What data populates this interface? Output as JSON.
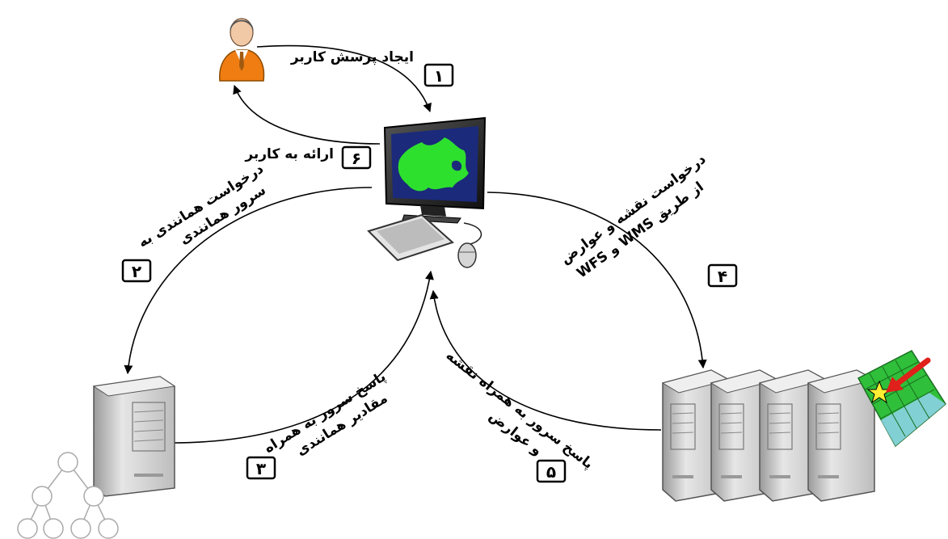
{
  "steps": [
    {
      "num": "۱",
      "label": "ایجاد پرسش کاربر"
    },
    {
      "num": "۲",
      "line1": "درخواست همانندی به",
      "line2": "سرور همانندی"
    },
    {
      "num": "۳",
      "line1": "پاسخ سرور به همراه",
      "line2": "مقادیر همانندی"
    },
    {
      "num": "۴",
      "line1": "درخواست نقشه و عوارض",
      "line2": "از طریق  WMS و WFS"
    },
    {
      "num": "۵",
      "line1": "پاسخ سرور به همراه نقشه",
      "line2": "و عوارض"
    },
    {
      "num": "۶",
      "label": "ارائه به کاربر"
    }
  ],
  "colors": {
    "person_body": "#f07d12",
    "person_head": "#aaaaaa",
    "screen_bg": "#1b2a7a",
    "map_land": "#2ee02e",
    "server_gray": "#c9c9c9",
    "arrow_red": "#e0201a",
    "star": "#ffee33"
  },
  "icons": [
    "user-icon",
    "computer-icon",
    "similarity-server-icon",
    "tree-icon",
    "map-server-cluster-icon",
    "map-layer-icon"
  ]
}
